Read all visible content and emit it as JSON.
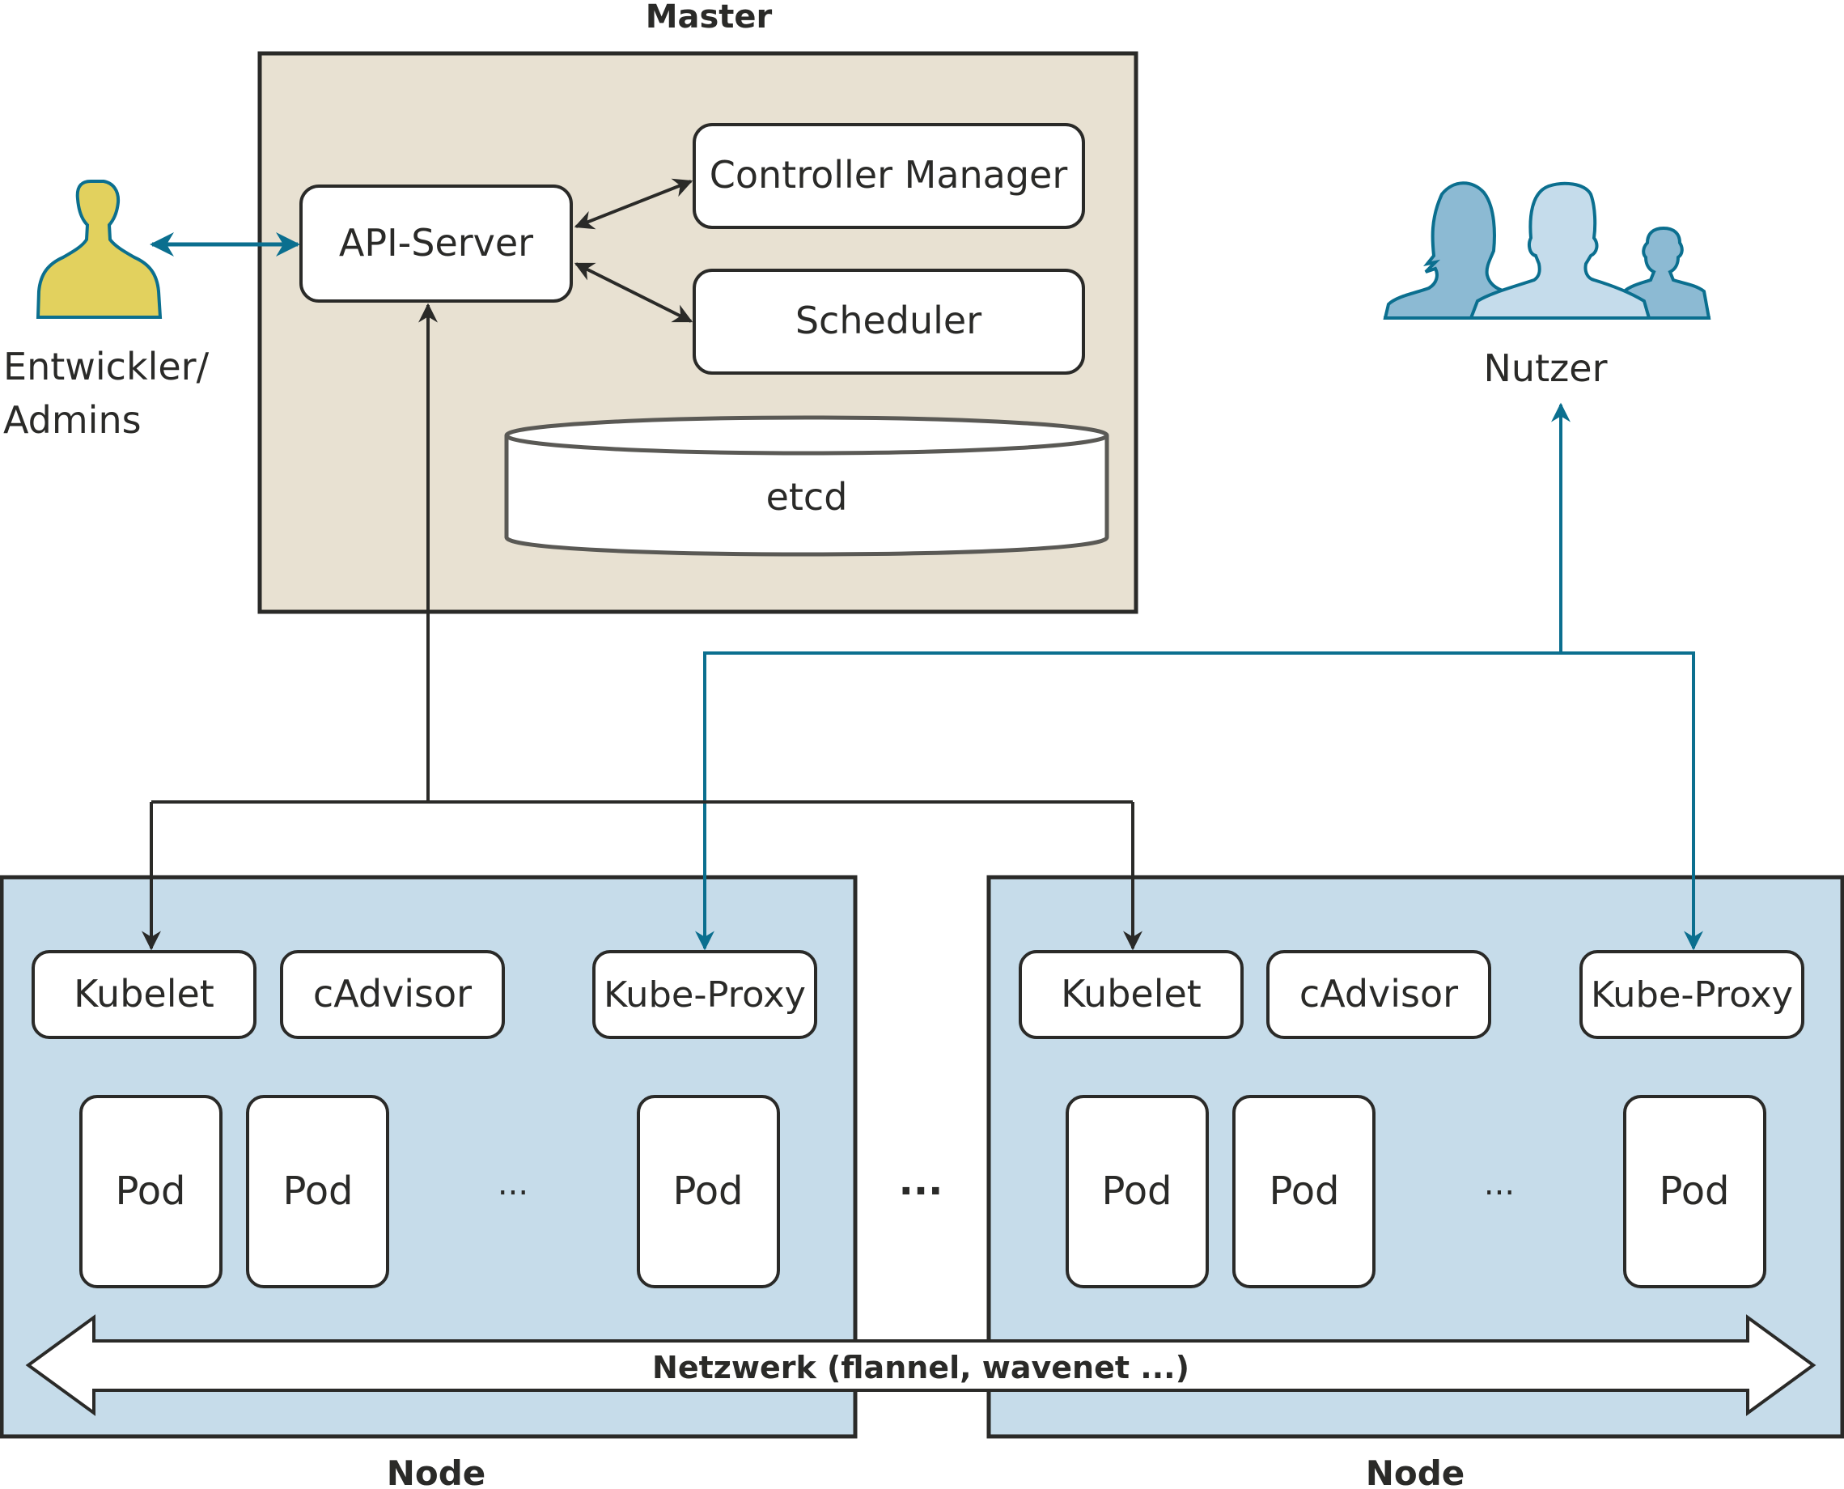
{
  "colors": {
    "master_fill": "#e8e1d2",
    "node_fill": "#c6dcea",
    "stroke": "#2a2a28",
    "teal": "#0b6f8f",
    "developer_fill": "#e2d15e",
    "user_fill_dark": "#8cbad3",
    "user_fill_light": "#c5dceb"
  },
  "master": {
    "title": "Master",
    "components": {
      "api_server": "API-Server",
      "controller_manager": "Controller Manager",
      "scheduler": "Scheduler",
      "etcd": "etcd"
    }
  },
  "actors": {
    "developers": {
      "icon": "person-icon",
      "line1": "Entwickler/",
      "line2": "Admins"
    },
    "users": {
      "icon": "users-group-icon",
      "label": "Nutzer"
    }
  },
  "nodes": [
    {
      "title": "Node",
      "services": [
        "Kubelet",
        "cAdvisor",
        "Kube-Proxy"
      ],
      "pods": [
        "Pod",
        "Pod",
        "Pod"
      ],
      "ellipsis": "..."
    },
    {
      "title": "Node",
      "services": [
        "Kubelet",
        "cAdvisor",
        "Kube-Proxy"
      ],
      "pods": [
        "Pod",
        "Pod",
        "Pod"
      ],
      "ellipsis": "..."
    }
  ],
  "between_nodes_ellipsis": "...",
  "network": {
    "label": "Netzwerk (flannel, wavenet ...)"
  }
}
